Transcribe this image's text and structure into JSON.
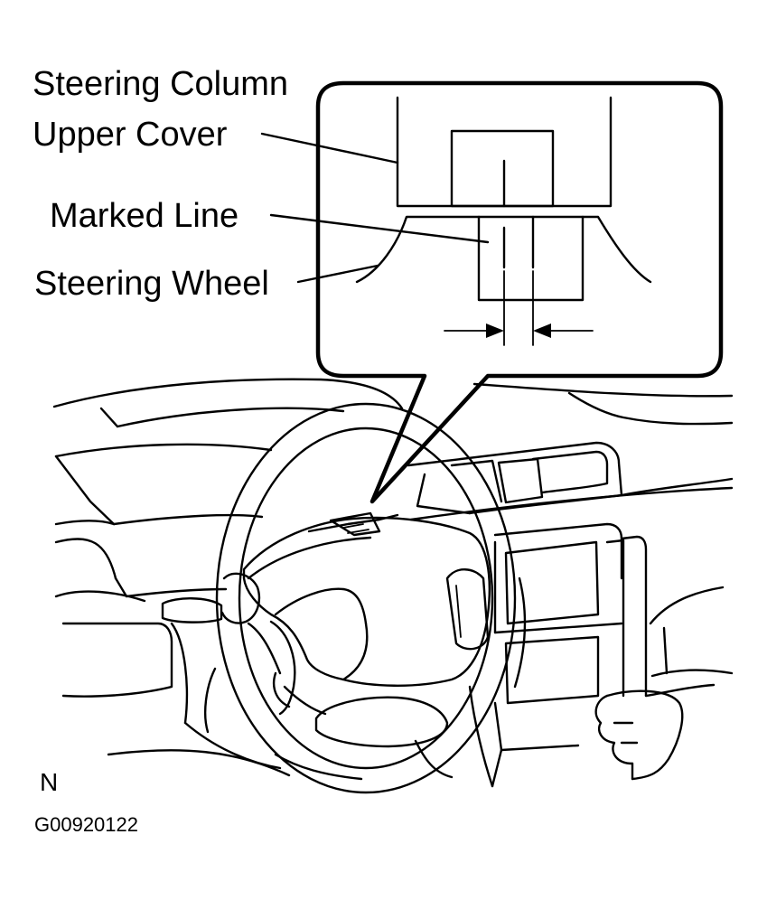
{
  "labels": {
    "steering_column": "Steering Column",
    "upper_cover": "Upper Cover",
    "marked_line": "Marked Line",
    "steering_wheel": "Steering Wheel",
    "orientation": "N",
    "figure_code": "G00920122"
  },
  "colors": {
    "line": "#000000",
    "background": "#ffffff"
  }
}
